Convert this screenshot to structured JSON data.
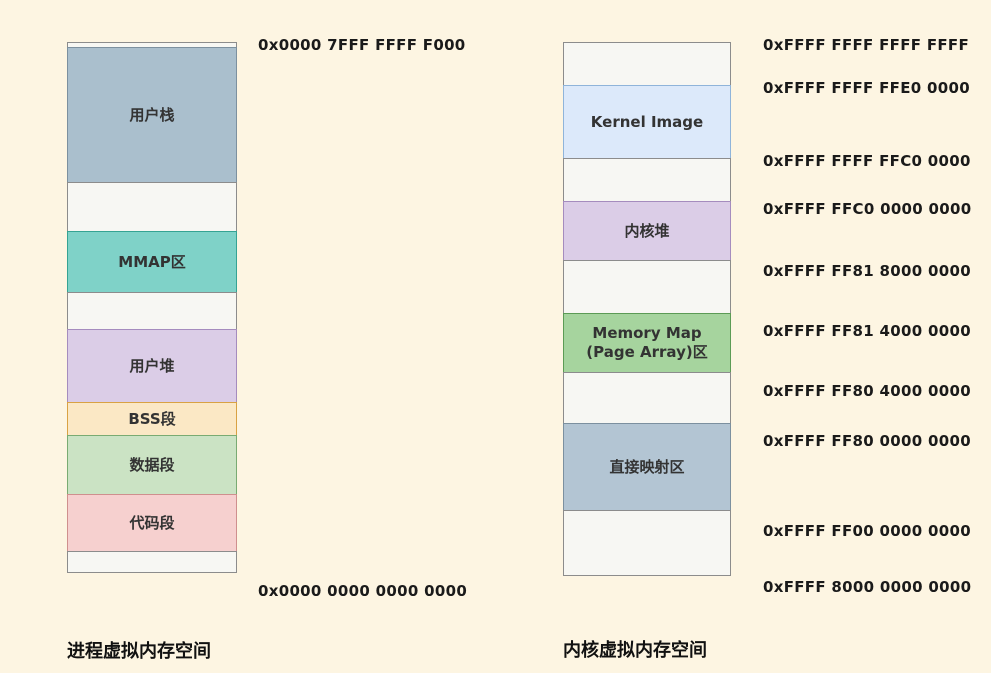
{
  "background_color": "#fdf5e2",
  "left_diagram": {
    "caption": "进程虚拟内存空间",
    "top_address": "0x0000 7FFF FFFF F000",
    "bottom_address": "0x0000 0000 0000 0000",
    "segments": [
      {
        "label": "",
        "style": "height:6px;background:#f7f7f3;border:1px solid #8c8c8c"
      },
      {
        "label": "用户栈",
        "style": "height:136px;background:#aabfcd;border:1px solid #7c909f"
      },
      {
        "label": "",
        "style": "height:50px;background:#f7f7f3;border:1px solid #8c8c8c"
      },
      {
        "label": "MMAP区",
        "style": "height:62px;background:#7fd2c8;border:1px solid #35a393"
      },
      {
        "label": "",
        "style": "height:38px;background:#f7f7f3;border:1px solid #8c8c8c"
      },
      {
        "label": "用户堆",
        "style": "height:74px;background:#dbcde7;border:1px solid #a58cbe"
      },
      {
        "label": "BSS段",
        "style": "height:34px;background:#fbe8c5;border:1px solid #d9a243"
      },
      {
        "label": "数据段",
        "style": "height:60px;background:#cbe3c4;border:1px solid #79ab72"
      },
      {
        "label": "代码段",
        "style": "height:58px;background:#f6d0cf;border:1px solid #cf8f8e"
      },
      {
        "label": "",
        "style": "height:22px;background:#f7f7f3;border:1px solid #8c8c8c"
      }
    ]
  },
  "right_diagram": {
    "caption": "内核虚拟内存空间",
    "segments": [
      {
        "label": "",
        "style": "height:44px;background:#f7f7f3;border:1px solid #8c8c8c"
      },
      {
        "label": "Kernel Image",
        "style": "height:74px;background:#dce9fa;border:1px solid #8fb4da"
      },
      {
        "label": "",
        "style": "height:44px;background:#f7f7f3;border:1px solid #8c8c8c"
      },
      {
        "label": "内核堆",
        "style": "height:60px;background:#dbcde7;border:1px solid #a58cbe"
      },
      {
        "label": "",
        "style": "height:54px;background:#f7f7f3;border:1px solid #8c8c8c"
      },
      {
        "label": "Memory Map\n(Page Array)区",
        "style": "height:60px;background:#a6d49e;border:1px solid #5c9b55"
      },
      {
        "label": "",
        "style": "height:52px;background:#f7f7f3;border:1px solid #8c8c8c"
      },
      {
        "label": "直接映射区",
        "style": "height:88px;background:#b3c5d3;border:1px solid #7c909f"
      },
      {
        "label": "",
        "style": "height:66px;background:#f7f7f3;border:1px solid #8c8c8c"
      }
    ],
    "addresses": [
      "0xFFFF FFFF FFFF FFFF",
      "0xFFFF FFFF FFE0 0000",
      "0xFFFF FFFF FFC0 0000",
      "0xFFFF FFC0 0000 0000",
      "0xFFFF FF81 8000 0000",
      "0xFFFF FF81 4000 0000",
      "0xFFFF FF80 4000 0000",
      "0xFFFF FF80 0000 0000",
      "0xFFFF FF00 0000 0000",
      "0xFFFF 8000 0000 0000"
    ]
  }
}
